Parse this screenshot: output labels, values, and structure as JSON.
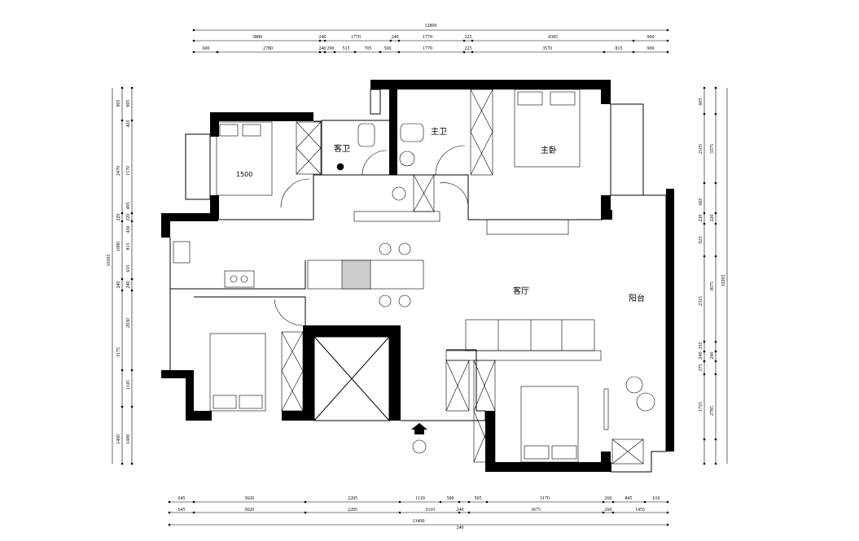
{
  "rooms": {
    "guest_bath": "客卫",
    "master_bath": "主卫",
    "master_bedroom": "主卧",
    "living_room": "客厅",
    "balcony": "阳台",
    "bed_width": "1500"
  },
  "dimensions": {
    "top": {
      "total": "12800",
      "row1": [
        "3880",
        "240",
        "1770",
        "240",
        "1770",
        "225",
        "4385",
        "900"
      ],
      "row2": [
        "600",
        "2780",
        "240",
        "290",
        "515",
        "705",
        "500",
        "1770",
        "225",
        "3570",
        "815",
        "900"
      ]
    },
    "bottom": {
      "row1": [
        "645",
        "3020",
        "2285",
        "1110",
        "500",
        "505",
        "3170",
        "260",
        "845",
        "610"
      ],
      "row2": [
        "645",
        "3020",
        "2285",
        "1610",
        "240",
        "3675",
        "260",
        "1455"
      ],
      "total": "13490",
      "total_extra": "240"
    },
    "left": {
      "total": "10205",
      "col1": [
        "905",
        "2470",
        "220",
        "1880",
        "240",
        "3175",
        "1400"
      ],
      "col2": [
        "905",
        "465",
        "1570",
        "495",
        "220",
        "430",
        "815",
        "635",
        "240",
        "2030",
        "1145",
        "1400"
      ]
    },
    "right": {
      "total": "10205",
      "col1": [
        "605",
        "2105",
        "665",
        "220",
        "925",
        "2315",
        "335",
        "240",
        "375",
        "1725"
      ],
      "col2": [
        "3375",
        "220",
        "3675",
        "240",
        "2785"
      ]
    }
  }
}
